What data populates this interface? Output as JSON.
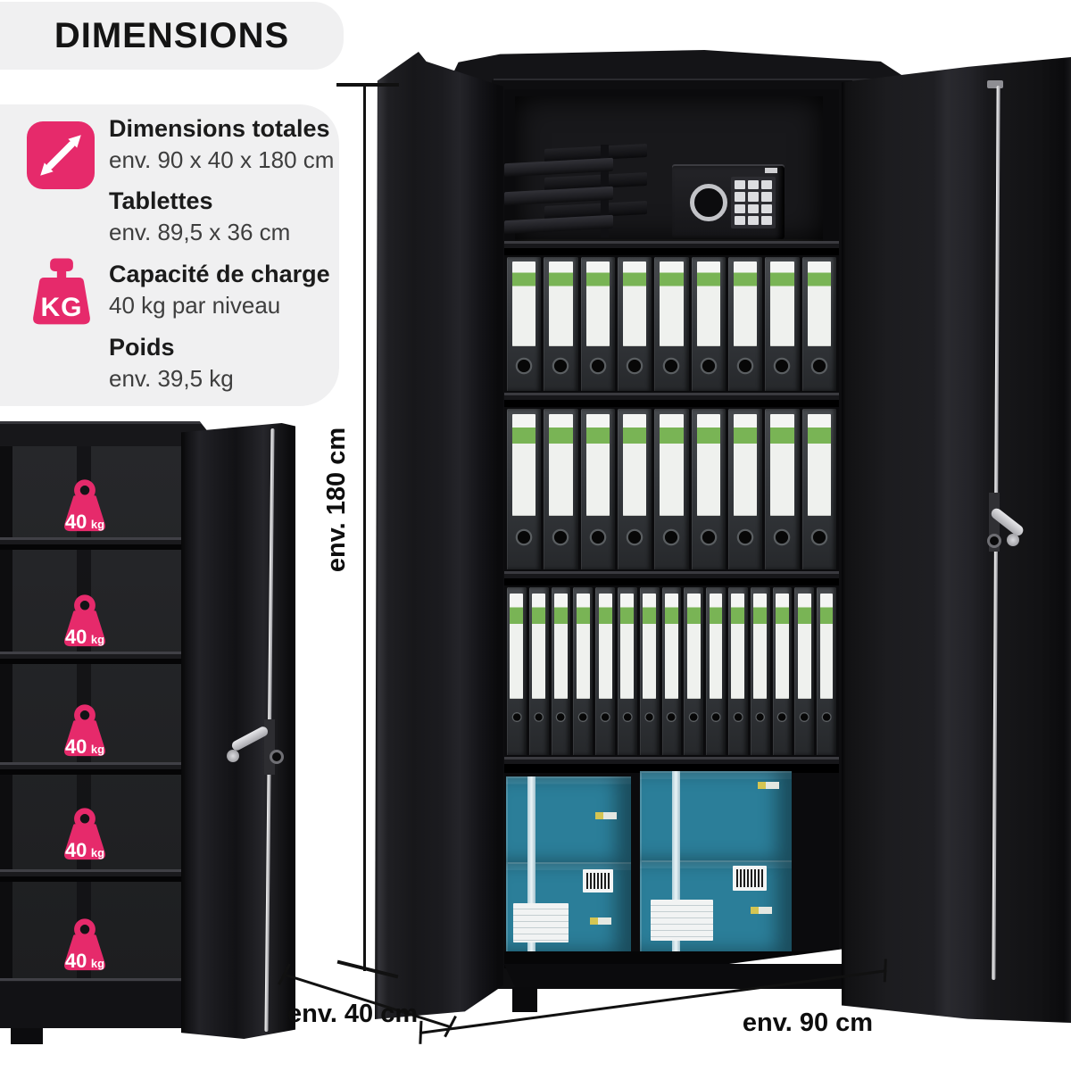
{
  "header": {
    "title": "DIMENSIONS"
  },
  "specs": {
    "items": [
      {
        "icon": "diagonal-arrows-icon",
        "title": "Dimensions totales",
        "value": "env. 90 x 40 x 180 cm"
      },
      {
        "icon": "",
        "title": "Tablettes",
        "value": "env. 89,5 x 36 cm"
      },
      {
        "icon": "kg-weight-icon",
        "icon_text": "KG",
        "title": "Capacité de charge",
        "value": "40 kg par niveau"
      },
      {
        "icon": "",
        "title": "Poids",
        "value": "env. 39,5 kg"
      }
    ]
  },
  "dimensions": {
    "height_label": "env. 180 cm",
    "depth_label": "env. 40 cm",
    "width_label": "env. 90 cm"
  },
  "left_cabinet": {
    "badges": [
      {
        "value": "40",
        "unit": "kg"
      },
      {
        "value": "40",
        "unit": "kg"
      },
      {
        "value": "40",
        "unit": "kg"
      },
      {
        "value": "40",
        "unit": "kg"
      },
      {
        "value": "40",
        "unit": "kg"
      }
    ]
  },
  "main_cabinet": {
    "binder_rows": [
      {
        "count": 9
      },
      {
        "count": 9
      },
      {
        "count": 15
      }
    ],
    "paper_box_stacks": 2,
    "top_shelf_items": [
      "letter-trays",
      "electronic-safe"
    ]
  },
  "colors": {
    "accent_pink": "#e62a6b",
    "binder_green": "#79b455",
    "box_teal": "#2b7e99",
    "panel_gray": "#f0f0f1"
  }
}
